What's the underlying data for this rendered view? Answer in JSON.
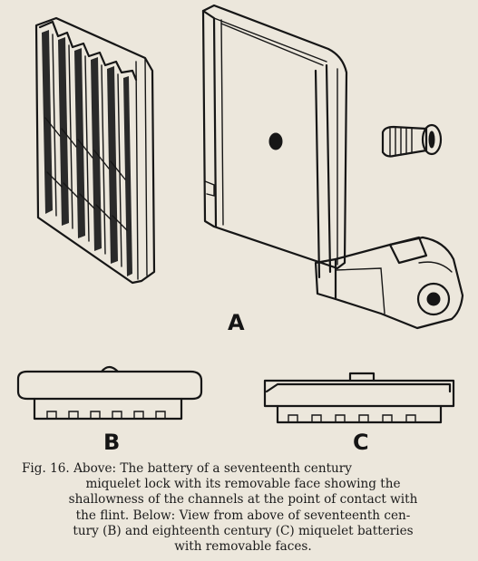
{
  "labels": {
    "a": "A",
    "b": "B",
    "c": "C"
  },
  "caption": {
    "line1": "Fig. 16.  Above: The battery of a seventeenth century",
    "line2": "miquelet lock with its removable face showing the",
    "line3": "shallowness of the channels at the point of contact with",
    "line4": "the flint. Below: View from above of seventeenth cen-",
    "line5": "tury (B) and eighteenth century (C) miquelet batteries",
    "line6": "with removable faces."
  }
}
